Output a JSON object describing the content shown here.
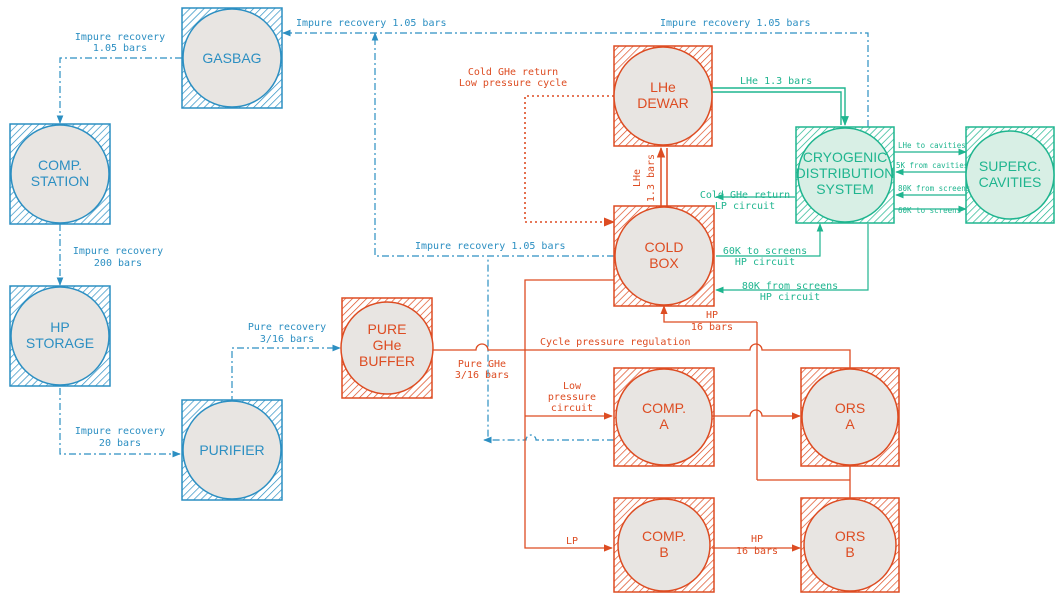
{
  "colors": {
    "blue": "#2c8fc2",
    "red": "#dd4c22",
    "green": "#1fb58f",
    "circle_fill": "#e8e5e2",
    "green_circle_fill": "#d8efe5"
  },
  "nodes": {
    "gasbag": [
      "GASBAG"
    ],
    "comp_station": [
      "COMP.",
      "STATION"
    ],
    "hp_storage": [
      "HP",
      "STORAGE"
    ],
    "purifier": [
      "PURIFIER"
    ],
    "pure_buffer": [
      "PURE",
      "GHe",
      "BUFFER"
    ],
    "lhe_dewar": [
      "LHe",
      "DEWAR"
    ],
    "cold_box": [
      "COLD",
      "BOX"
    ],
    "comp_a": [
      "COMP.",
      "A"
    ],
    "comp_b": [
      "COMP.",
      "B"
    ],
    "ors_a": [
      "ORS",
      "A"
    ],
    "ors_b": [
      "ORS",
      "B"
    ],
    "cryo": [
      "CRYOGENIC",
      "DISTRIBUTION",
      "SYSTEM"
    ],
    "superc": [
      "SUPERC.",
      "CAVITIES"
    ]
  },
  "labels": {
    "impure_top_left": "Impure recovery 1.05 bars",
    "impure_top_right": "Impure recovery 1.05 bars",
    "impure_gasbag": [
      "Impure recovery",
      "1.05 bars"
    ],
    "impure_200": [
      "Impure recovery",
      "200 bars"
    ],
    "impure_20": [
      "Impure recovery",
      "20 bars"
    ],
    "pure_recovery": [
      "Pure recovery",
      "3/16 bars"
    ],
    "cold_ghe_lp": [
      "Cold GHe return",
      "Low pressure cycle"
    ],
    "lhe_13": "LHe 1.3 bars",
    "lhe_vertical": [
      "LHe",
      "1.3 bars"
    ],
    "cold_ghe_return": [
      "Cold GHe return",
      "LP circuit"
    ],
    "impure_mid": "Impure recovery 1.05 bars",
    "k60_to_screens": [
      "60K to screens",
      "HP circuit"
    ],
    "k80_from_screens": [
      "80K from screens",
      "HP circuit"
    ],
    "hp_16_cold": [
      "HP",
      "16 bars"
    ],
    "cycle_pressure": "Cycle pressure regulation",
    "pure_ghe": [
      "Pure GHe",
      "3/16 bars"
    ],
    "low_pressure": [
      "Low",
      "pressure",
      "circuit"
    ],
    "lp": "LP",
    "hp_16_ors": [
      "HP",
      "16 bars"
    ],
    "lhe_cavities": "LHe to cavities",
    "k5_from_cavities": "5K from cavities",
    "k80_small": "80K from screens",
    "k60_small": "60K to screens"
  }
}
